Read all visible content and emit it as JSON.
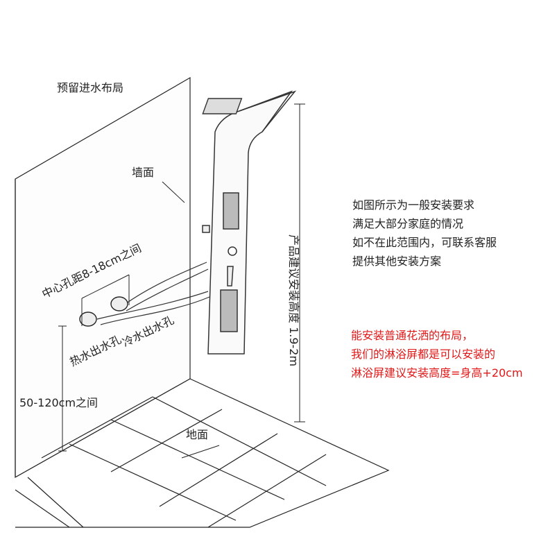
{
  "diagram": {
    "title": "预留进水布局",
    "wall_label": "墙面",
    "floor_label": "地面",
    "hole_spacing_label": "中心孔距8-18cm之间",
    "hot_water_label": "热水出水孔",
    "cold_water_label": "冷水出水孔",
    "inlet_height_label": "50-120cm之间",
    "install_height_label": "产品建议安装高度 1.9-2m"
  },
  "notes": {
    "black_lines": [
      "如图所示为一般安装要求",
      "满足大部分家庭的情况",
      "如不在此范围内，可联系客服",
      "提供其他安装方案"
    ],
    "red_lines": [
      "能安装普通花洒的布局，",
      "我们的淋浴屏都是可以安装的",
      "淋浴屏建议安装高度=身高+20cm"
    ],
    "red_color": "#e01818"
  }
}
